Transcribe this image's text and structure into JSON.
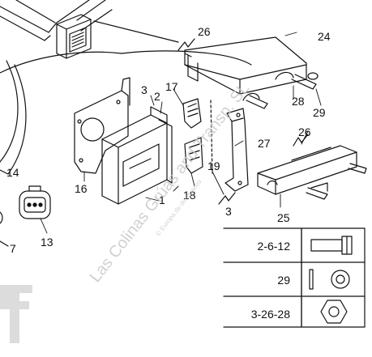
{
  "callouts": {
    "c1": "1",
    "c2": "2",
    "c3a": "3",
    "c3b": "3",
    "c7": "7",
    "c13": "13",
    "c14": "14",
    "c16": "16",
    "c17": "17",
    "c18": "18",
    "c19": "19",
    "c24": "24",
    "c25": "25",
    "c26a": "26",
    "c26b": "26",
    "c27": "27",
    "c28": "28",
    "c29": "29"
  },
  "legend_table": {
    "rows": [
      {
        "ref": "2-6-12",
        "icon": "bolt-icon"
      },
      {
        "ref": "29",
        "icon": "washer-icon"
      },
      {
        "ref": "3-26-28",
        "icon": "hex-nut-icon"
      }
    ]
  },
  "watermark": {
    "main": "Las Colinas Grúas and Transp. SL",
    "sub": "© Europa de desguaces"
  }
}
